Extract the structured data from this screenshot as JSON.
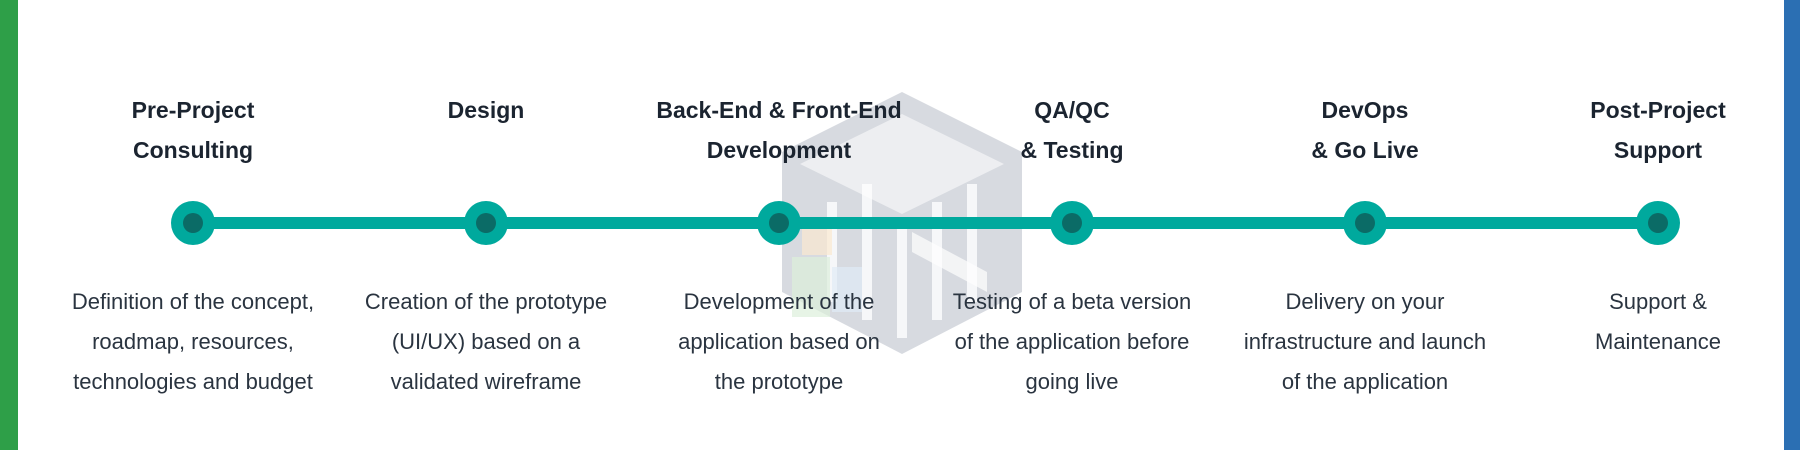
{
  "colors": {
    "left_edge": "#2e9f48",
    "right_edge": "#2b6fb3",
    "timeline": "#00a99d",
    "dot_core": "#0b6b66",
    "title": "#1b2430",
    "description": "#2a3440"
  },
  "watermark": {
    "icon": "company-logo-watermark"
  },
  "steps": [
    {
      "title": "Pre-Project\nConsulting",
      "description": "Definition of the concept, roadmap, resources, technologies and budget"
    },
    {
      "title": "Design",
      "description": "Creation of the prototype (UI/UX) based on a validated wireframe"
    },
    {
      "title": "Back-End & Front-End\nDevelopment",
      "description": "Development of the application based on the prototype"
    },
    {
      "title": "QA/QC\n& Testing",
      "description": "Testing of a beta version of the application before going live"
    },
    {
      "title": "DevOps\n& Go Live",
      "description": "Delivery on your infrastructure and launch of the application"
    },
    {
      "title": "Post-Project\nSupport",
      "description": "Support & Maintenance"
    }
  ]
}
